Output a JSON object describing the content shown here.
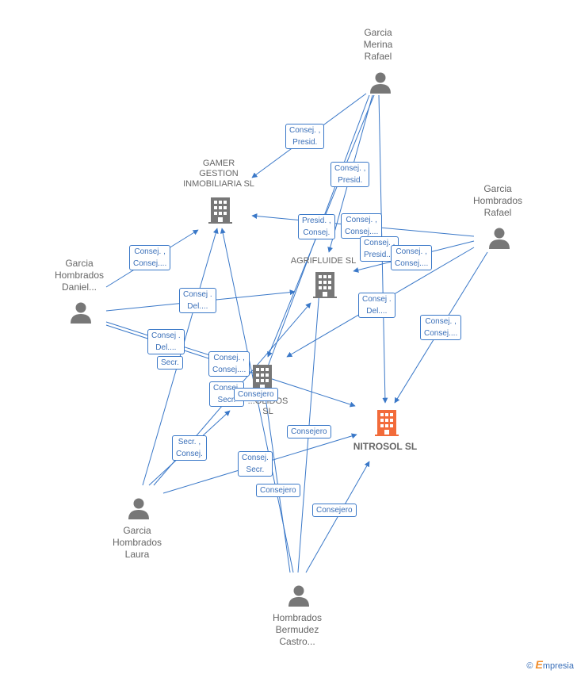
{
  "nodes": {
    "garcia_merina": {
      "label": "Garcia\nMerina\nRafael",
      "type": "person"
    },
    "garcia_hombrados_rafael": {
      "label": "Garcia\nHombrados\nRafael",
      "type": "person"
    },
    "garcia_hombrados_daniel": {
      "label": "Garcia\nHombrados\nDaniel...",
      "type": "person"
    },
    "garcia_hombrados_laura": {
      "label": "Garcia\nHombrados\nLaura",
      "type": "person"
    },
    "hombrados_bermudez": {
      "label": "Hombrados\nBermudez\nCastro...",
      "type": "person"
    },
    "gamer": {
      "label": "GAMER\nGESTION\nINMOBILIARIA SL",
      "type": "company"
    },
    "agrifluide": {
      "label": "AGRIFLUIDE SL",
      "type": "company"
    },
    "middle_co": {
      "label": "...OLIDOS\nSL",
      "type": "company"
    },
    "nitrosol": {
      "label": "NITROSOL SL",
      "type": "company-main"
    }
  },
  "edge_labels": [
    {
      "id": "el1",
      "text": "Consej. ,\nPresid."
    },
    {
      "id": "el2",
      "text": "Consej. ,\nPresid."
    },
    {
      "id": "el3",
      "text": "Presid. ,\nConsej."
    },
    {
      "id": "el4",
      "text": "Consej. ,\nConsej...."
    },
    {
      "id": "el5",
      "text": "Consej. ,\nPresid...."
    },
    {
      "id": "el6",
      "text": "Consej. ,\nConsej...."
    },
    {
      "id": "el7",
      "text": "Consej. ,\nConsej...."
    },
    {
      "id": "el8",
      "text": "Consej .\nDel...."
    },
    {
      "id": "el9",
      "text": "Consej .\nDel...."
    },
    {
      "id": "el10",
      "text": "Consej. ,\nConsej...."
    },
    {
      "id": "el11",
      "text": "Consej .\nDel...."
    },
    {
      "id": "el12",
      "text": "Secr."
    },
    {
      "id": "el13",
      "text": "Consej. ,\nConsej...."
    },
    {
      "id": "el14",
      "text": "Consej.\nSecr."
    },
    {
      "id": "el15",
      "text": "Consejero"
    },
    {
      "id": "el16",
      "text": "Secr. ,\nConsej."
    },
    {
      "id": "el17",
      "text": "Consejero"
    },
    {
      "id": "el18",
      "text": "Consej.\nSecr."
    },
    {
      "id": "el19",
      "text": "Consejero"
    },
    {
      "id": "el20",
      "text": "Consejero"
    }
  ],
  "colors": {
    "edge": "#3a78c8",
    "icon": "#777777",
    "main_icon": "#f26b3a"
  },
  "brand": {
    "copyright": "©",
    "name": "mpresia",
    "initial": "E"
  }
}
